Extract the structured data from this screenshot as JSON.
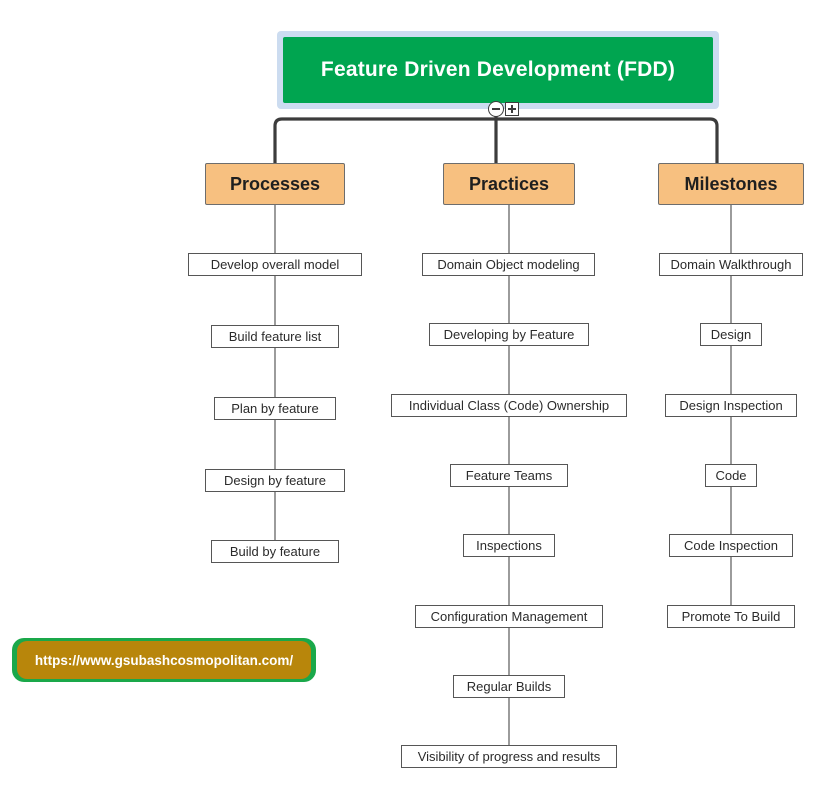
{
  "diagram": {
    "title": "Feature Driven Development (FDD)",
    "root": {
      "label": "Feature Driven Development (FDD)",
      "fill": "#00a550",
      "text_color": "#ffffff",
      "selected_halo": "#ccdcf0",
      "controls": {
        "collapse": "minus-circle",
        "expand": "plus-square"
      }
    },
    "branch_fill": "#f7c080",
    "branch_border": "#6d6d6d",
    "leaf_fill": "#ffffff",
    "leaf_border": "#565656",
    "connector_color": "#3c3c3c",
    "branches": [
      {
        "label": "Processes",
        "items": [
          "Develop overall model",
          "Build feature list",
          "Plan by feature",
          "Design by feature",
          "Build by feature"
        ]
      },
      {
        "label": "Practices",
        "items": [
          "Domain Object modeling",
          "Developing by Feature",
          "Individual Class (Code) Ownership",
          "Feature Teams",
          "Inspections",
          "Configuration Management",
          "Regular Builds",
          "Visibility of progress and results"
        ]
      },
      {
        "label": "Milestones",
        "items": [
          "Domain Walkthrough",
          "Design",
          "Design Inspection",
          "Code",
          "Code Inspection",
          "Promote To Build"
        ]
      }
    ]
  },
  "watermark": {
    "url": "https://www.gsubashcosmopolitan.com/",
    "fill": "#b8860b",
    "outline": "#1aa84a",
    "text_color": "#ffffff"
  }
}
